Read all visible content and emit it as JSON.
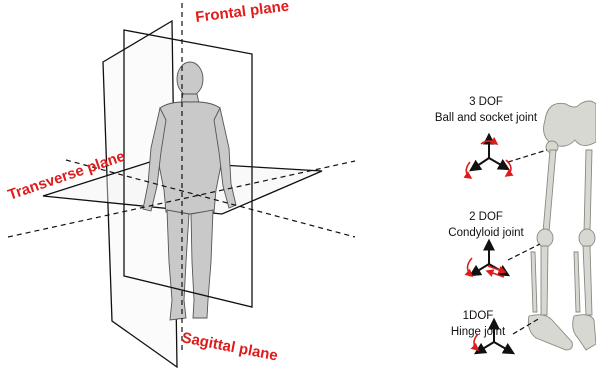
{
  "planes": {
    "frontal": "Frontal plane",
    "transverse": "Transverse plane",
    "sagittal": "Sagittal plane"
  },
  "joints": [
    {
      "dof": "3 DOF",
      "type": "Ball and socket joint"
    },
    {
      "dof": "2 DOF",
      "type": "Condyloid joint"
    },
    {
      "dof": "1DOF",
      "type": "Hinge joint"
    }
  ],
  "colors": {
    "label": "#e01b1b",
    "plane_line": "#111111",
    "body_fill": "#c9c9c9",
    "bone_fill": "#d8d8d2"
  }
}
